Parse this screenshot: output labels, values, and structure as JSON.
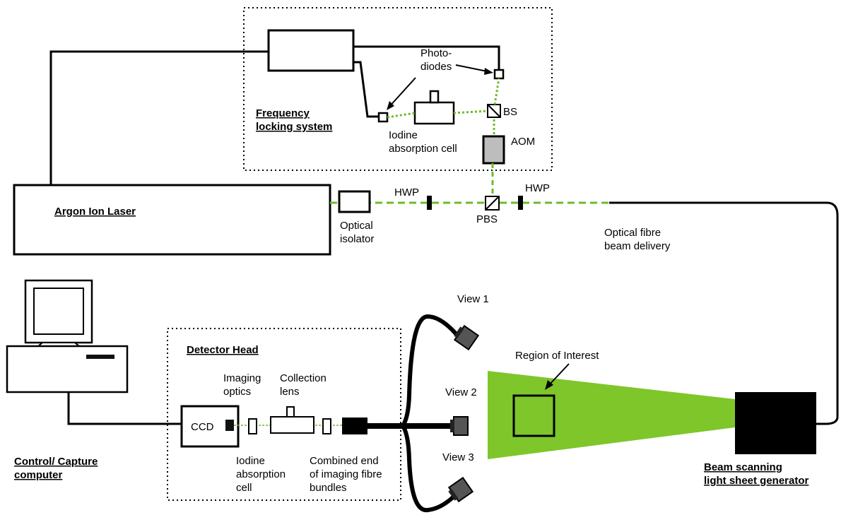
{
  "colors": {
    "beam": "#6dbb2a",
    "sheet": "#7ec62a",
    "line": "#000000",
    "aom_fill": "#bdbdbd",
    "dark": "#111111"
  },
  "labels": {
    "frequency_locking_1": "Frequency",
    "frequency_locking_2": "locking system",
    "photo_1": "Photo-",
    "photo_2": "diodes",
    "bs": "BS",
    "iodine_cell_1": "Iodine",
    "iodine_cell_2": "absorption cell",
    "aom": "AOM",
    "argon_laser": "Argon Ion Laser",
    "hwp_left": "HWP",
    "hwp_right": "HWP",
    "pbs": "PBS",
    "optical_isolator_1": "Optical",
    "optical_isolator_2": "isolator",
    "optical_fibre_1": "Optical fibre",
    "optical_fibre_2": "beam delivery",
    "view1": "View 1",
    "view2": "View 2",
    "view3": "View 3",
    "region_of_interest": "Region of Interest",
    "detector_head": "Detector Head",
    "imaging_optics_1": "Imaging",
    "imaging_optics_2": "optics",
    "collection_lens_1": "Collection",
    "collection_lens_2": "lens",
    "ccd": "CCD",
    "iodine2_1": "Iodine",
    "iodine2_2": "absorption",
    "iodine2_3": "cell",
    "combined_1": "Combined end",
    "combined_2": "of imaging fibre",
    "combined_3": "bundles",
    "control_1": "Control/ Capture",
    "control_2": "computer",
    "beam_scan_1": "Beam scanning",
    "beam_scan_2": "light sheet generator"
  }
}
